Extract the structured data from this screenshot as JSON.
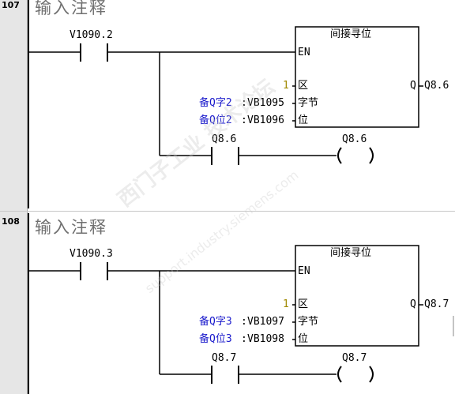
{
  "networks": [
    {
      "number": "107",
      "comment": "输入注释",
      "contact_address": "V1090.2",
      "block_title": "间接寻位",
      "en_label": "EN",
      "params": [
        {
          "symbol": "",
          "value": "1",
          "pin": "区"
        },
        {
          "symbol": "备Q字2",
          "value": "VB1095",
          "pin": "字节"
        },
        {
          "symbol": "备Q位2",
          "value": "VB1096",
          "pin": "位"
        }
      ],
      "out_pin": "Q",
      "out_address": "Q8.6",
      "branch_contact": "Q8.6",
      "coil": "Q8.6"
    },
    {
      "number": "108",
      "comment": "输入注释",
      "contact_address": "V1090.3",
      "block_title": "间接寻位",
      "en_label": "EN",
      "params": [
        {
          "symbol": "",
          "value": "1",
          "pin": "区"
        },
        {
          "symbol": "备Q字3",
          "value": "VB1097",
          "pin": "字节"
        },
        {
          "symbol": "备Q位3",
          "value": "VB1098",
          "pin": "位"
        }
      ],
      "out_pin": "Q",
      "out_address": "Q8.7",
      "branch_contact": "Q8.7",
      "coil": "Q8.7"
    }
  ],
  "watermark": {
    "main": "西门子工业 技术论坛",
    "sub": "support.industry.siemens.com"
  }
}
